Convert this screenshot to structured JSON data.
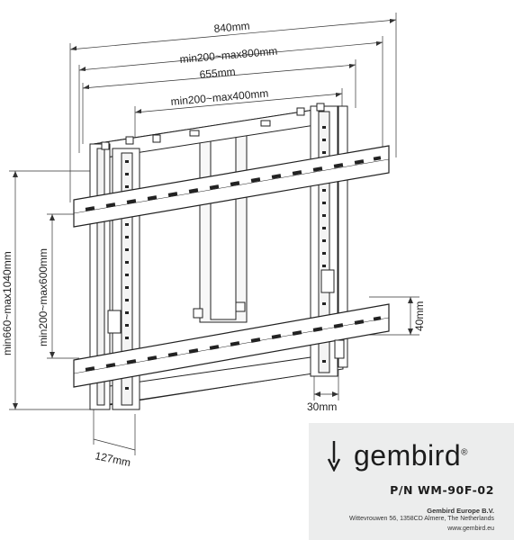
{
  "dimensions": {
    "overall_width": "840mm",
    "outer_hole_range": "min200~max800mm",
    "inner_width": "655mm",
    "inner_hole_range": "min200~max400mm",
    "overall_height": "min660~max1040mm",
    "vertical_hole_range": "min200~max600mm",
    "rail_height": "40mm",
    "rail_depth": "30mm",
    "depth": "127mm"
  },
  "brand": {
    "logo_text": "gembird",
    "registered": "®",
    "logo_icon": "gembird-arrow-icon"
  },
  "product": {
    "part_number": "P/N WM-90F-02"
  },
  "company": {
    "name": "Gembird Europe B.V.",
    "address": "Wittevrouwen 56, 1358CD Almere, The Netherlands",
    "website": "www.gembird.eu"
  }
}
